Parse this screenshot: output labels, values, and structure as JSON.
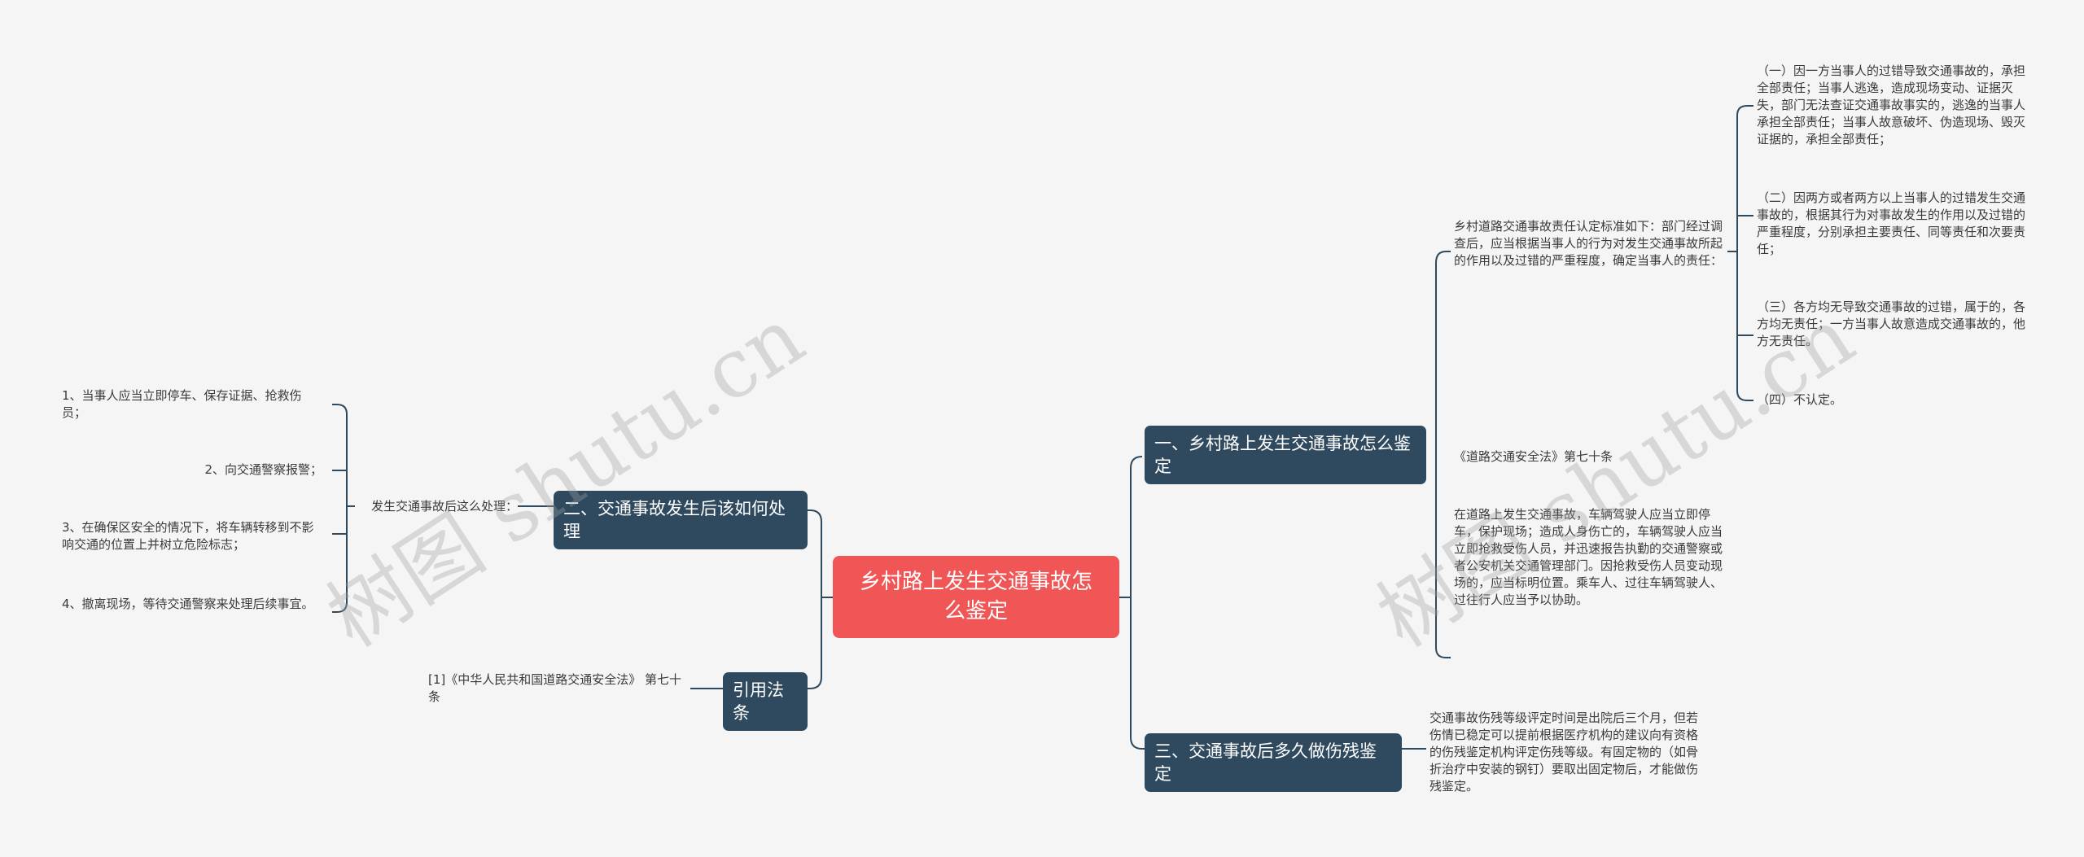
{
  "root": {
    "title": "乡村路上发生交通事故怎么鉴定"
  },
  "branches": {
    "b1": "一、乡村路上发生交通事故怎么鉴定",
    "b2": "二、交通事故发生后该如何处理",
    "b3": "三、交通事故后多久做伤残鉴定",
    "b4": "引用法条"
  },
  "b1": {
    "standard": "乡村道路交通事故责任认定标准如下：部门经过调查后，应当根据当事人的行为对发生交通事故所起的作用以及过错的严重程度，确定当事人的责任：",
    "items": [
      "（一）因一方当事人的过错导致交通事故的，承担全部责任；当事人逃逸，造成现场变动、证据灭失，部门无法查证交通事故事实的，逃逸的当事人承担全部责任；当事人故意破坏、伪造现场、毁灭证据的，承担全部责任；",
      "（二）因两方或者两方以上当事人的过错发生交通事故的，根据其行为对事故发生的作用以及过错的严重程度，分别承担主要责任、同等责任和次要责任；",
      "（三）各方均无导致交通事故的过错，属于的，各方均无责任；一方当事人故意造成交通事故的，他方无责任。",
      "（四）不认定。"
    ],
    "law": "《道路交通安全法》第七十条",
    "duty": "在道路上发生交通事故，车辆驾驶人应当立即停车，保护现场；造成人身伤亡的，车辆驾驶人应当立即抢救受伤人员，并迅速报告执勤的交通警察或者公安机关交通管理部门。因抢救受伤人员变动现场的，应当标明位置。乘车人、过往车辆驾驶人、过往行人应当予以协助。"
  },
  "b2": {
    "intro": "发生交通事故后这么处理：",
    "items": [
      "1、当事人应当立即停车、保存证据、抢救伤员；",
      "2、向交通警察报警；",
      "3、在确保区安全的情况下，将车辆转移到不影响交通的位置上并树立危险标志；",
      "4、撤离现场，等待交通警察来处理后续事宜。"
    ]
  },
  "b3": {
    "text": "交通事故伤残等级评定时间是出院后三个月，但若伤情已稳定可以提前根据医疗机构的建议向有资格的伤残鉴定机构评定伤残等级。有固定物的（如骨折治疗中安装的钢钉）要取出固定物后，才能做伤残鉴定。"
  },
  "b4": {
    "text": "[1]《中华人民共和国道路交通安全法》 第七十条"
  },
  "watermark": {
    "text": "树图 shutu.cn"
  },
  "colors": {
    "background": "#f5f5f5",
    "root": "#f05656",
    "branch": "#2f4a5f",
    "line": "#2f4a5f",
    "leaf_text": "#3a3a3a"
  }
}
